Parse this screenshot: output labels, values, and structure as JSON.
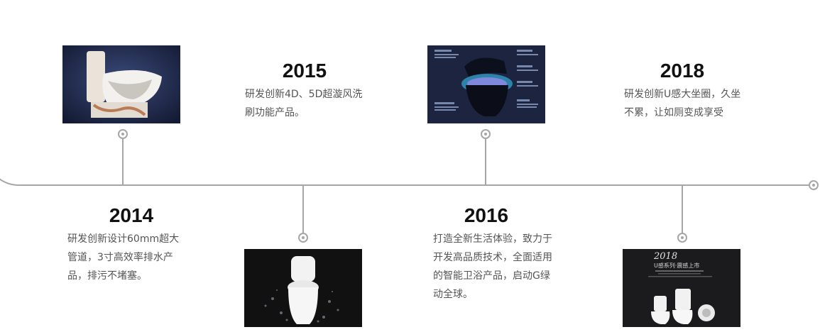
{
  "timeline": {
    "items": [
      {
        "year": "2014",
        "desc": "研发创新设计60mm超大管道，3寸高效率排水产品，排污不堵塞。"
      },
      {
        "year": "2015",
        "desc": "研发创新4D、5D超漩风洗刷功能产品。"
      },
      {
        "year": "2016",
        "desc": "打造全新生活体验，致力于开发高品质技术，全面适用的智能卫浴产品，启动G绿动全球。"
      },
      {
        "year": "2018",
        "desc": "研发创新U感大坐圈，久坐不累，让如厕变成享受"
      }
    ]
  },
  "promo": {
    "year_script": "2018",
    "line1": "U感系列·震感上市"
  },
  "colors": {
    "line": "#a6a6a6",
    "photo_dark": "#1c2440",
    "photo_black": "#111111"
  },
  "icons": [
    "timeline-node-icon",
    "timeline-end-icon"
  ]
}
